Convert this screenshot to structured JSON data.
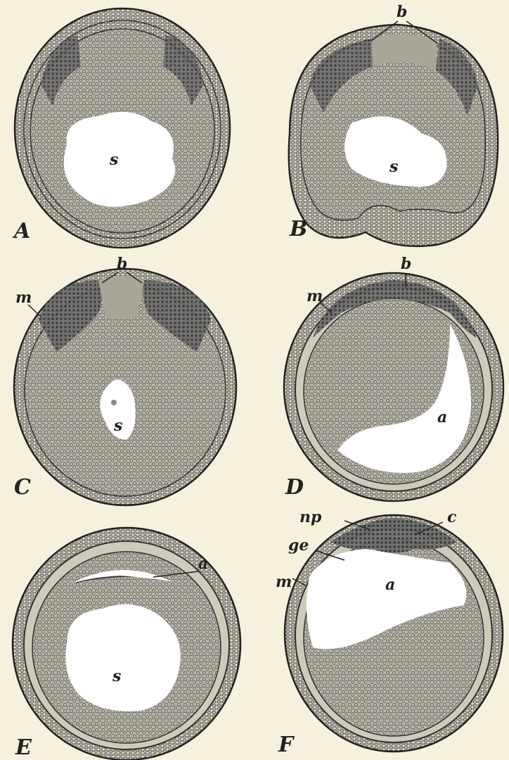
{
  "panels": [
    {
      "id": "A",
      "caption": "A",
      "labels": {
        "s": "s"
      }
    },
    {
      "id": "B",
      "caption": "B",
      "labels": {
        "s": "s",
        "b": "b"
      }
    },
    {
      "id": "C",
      "caption": "C",
      "labels": {
        "s": "s",
        "b": "b",
        "m": "m"
      }
    },
    {
      "id": "D",
      "caption": "D",
      "labels": {
        "a": "a",
        "b": "b",
        "m": "m"
      }
    },
    {
      "id": "E",
      "caption": "E",
      "labels": {
        "s": "s",
        "a": "a"
      }
    },
    {
      "id": "F",
      "caption": "F",
      "labels": {
        "a": "a",
        "np": "np",
        "c": "c",
        "ge": "ge",
        "m": "m"
      }
    }
  ],
  "colors": {
    "background": "#f6f1dc",
    "ink": "#2a2a2a",
    "stipple": "#7d7d7d",
    "cavity": "#ffffff"
  }
}
